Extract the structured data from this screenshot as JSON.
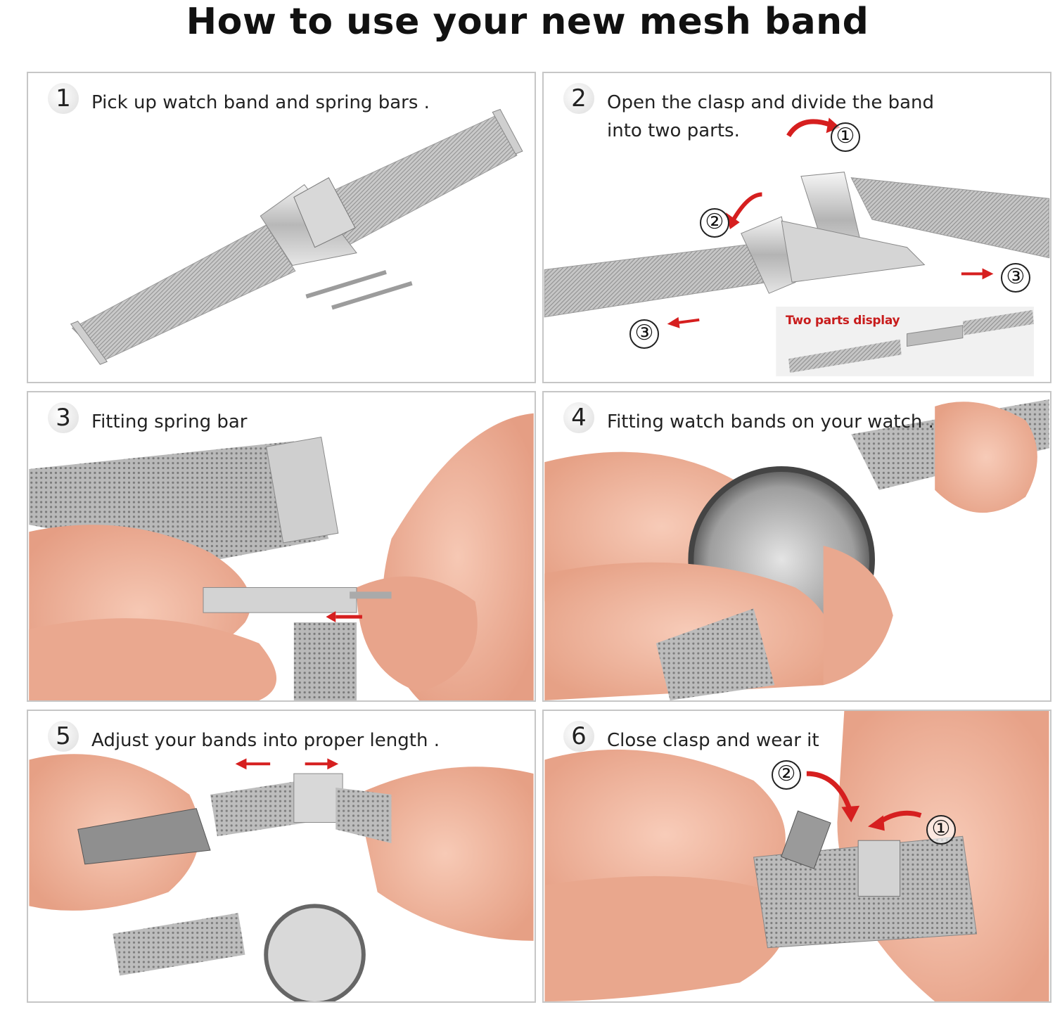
{
  "title": "How to use your new mesh band",
  "steps": [
    {
      "num": "1",
      "text": "Pick up watch band and spring bars ."
    },
    {
      "num": "2",
      "text": "Open the clasp and divide the band into two parts."
    },
    {
      "num": "3",
      "text": "Fitting spring bar"
    },
    {
      "num": "4",
      "text": "Fitting watch bands on your watch ."
    },
    {
      "num": "5",
      "text": "Adjust your bands into proper length ."
    },
    {
      "num": "6",
      "text": "Close clasp and wear it"
    }
  ],
  "step2_markers": {
    "m1": "①",
    "m2": "②",
    "m3a": "③",
    "m3b": "③",
    "inset_label": "Two parts display"
  },
  "step6_markers": {
    "m1": "①",
    "m2": "②"
  },
  "colors": {
    "arrow": "#d61f1f",
    "skin": "#f1b9a4",
    "mesh": "#a9a9a9",
    "border": "#c6c6c6"
  }
}
